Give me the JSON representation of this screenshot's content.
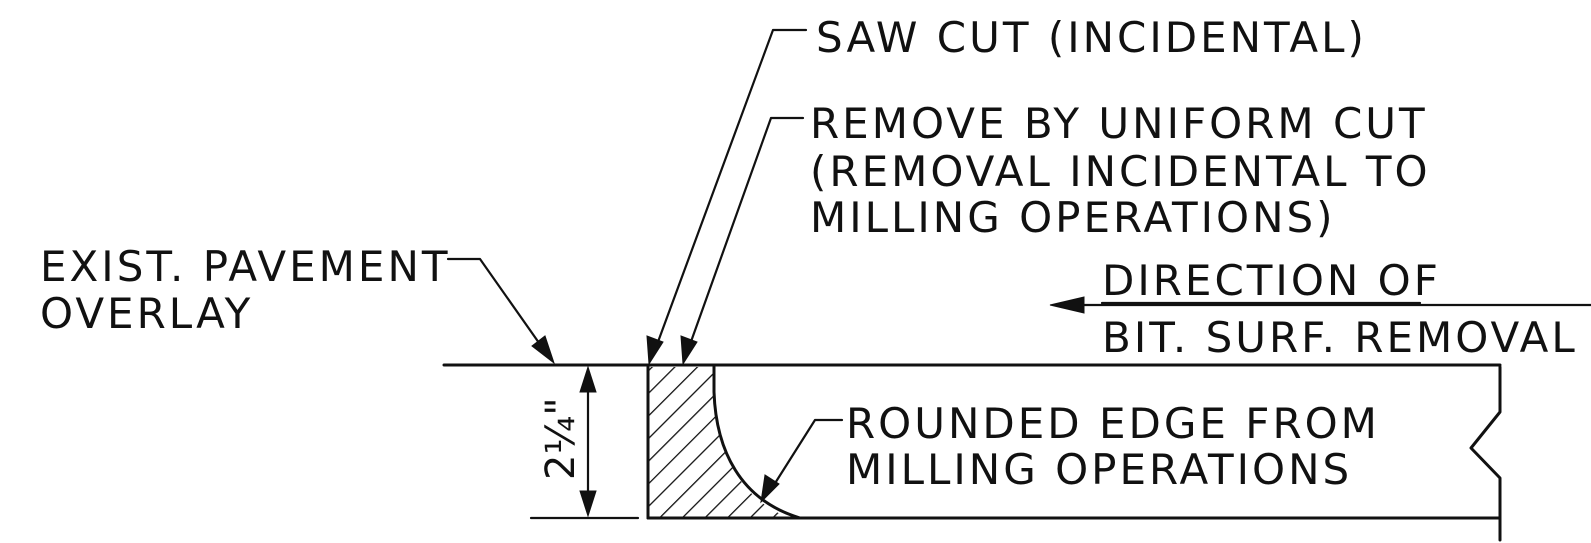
{
  "labels": {
    "saw_cut": "SAW CUT (INCIDENTAL)",
    "uniform_cut_line1": "REMOVE BY UNIFORM CUT",
    "uniform_cut_line2": "(REMOVAL INCIDENTAL TO",
    "uniform_cut_line3": "MILLING OPERATIONS)",
    "exist_pavement_line1": "EXIST. PAVEMENT",
    "exist_pavement_line2": "OVERLAY",
    "direction_line1": "DIRECTION OF",
    "direction_line2": "BIT. SURF. REMOVAL",
    "rounded_edge_line1": "ROUNDED EDGE FROM",
    "rounded_edge_line2": "MILLING OPERATIONS"
  },
  "dimension": {
    "thickness": "2¼\""
  }
}
